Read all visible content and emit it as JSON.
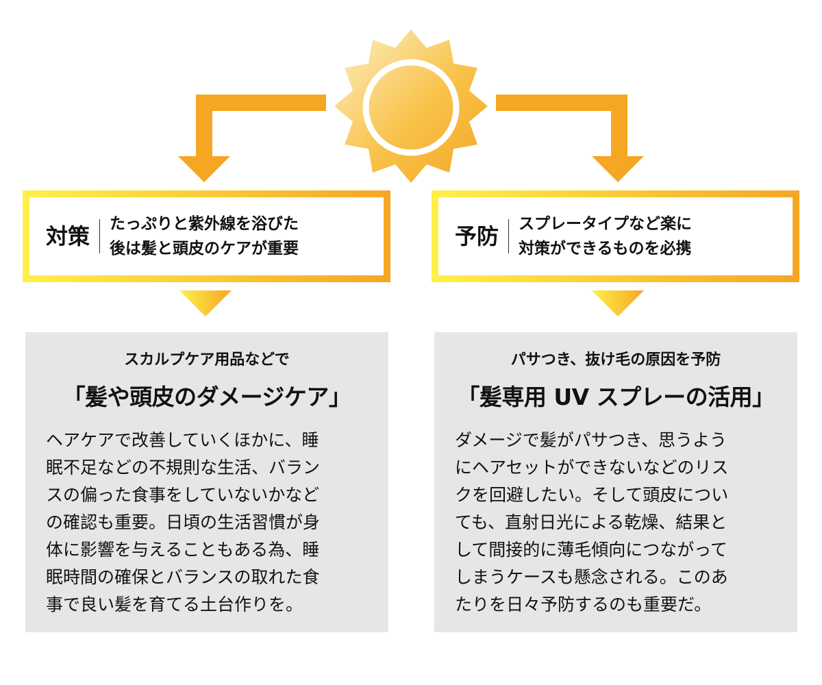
{
  "colors": {
    "orange": "#f5a623",
    "yellow": "#fff04a",
    "card_bg": "#e6e6e6"
  },
  "icons": {
    "sun": "sun-icon",
    "arrows": "arrow-down-icon"
  },
  "left": {
    "label": "対策",
    "desc": [
      "たっぷりと紫外線を浴びた",
      "後は髪と頭皮のケアが重要"
    ],
    "sub": "スカルプケア用品などで",
    "heading": "「髪や頭皮のダメージケア」",
    "body": [
      "ヘアケアで改善していくほかに、睡",
      "眠不足などの不規則な生活、バラン",
      "スの偏った食事をしていないかなど",
      "の確認も重要。日頃の生活習慣が身",
      "体に影響を与えることもある為、睡",
      "眠時間の確保とバランスの取れた食",
      "事で良い髪を育てる土台作りを。"
    ]
  },
  "right": {
    "label": "予防",
    "desc": [
      "スプレータイプなど楽に",
      "対策ができるものを必携"
    ],
    "sub": "パサつき、抜け毛の原因を予防",
    "heading": "「髪専用 UV スプレーの活用」",
    "body": [
      "ダメージで髪がパサつき、思うよう",
      "にヘアセットができないなどのリス",
      "クを回避したい。そして頭皮につい",
      "ても、直射日光による乾燥、結果と",
      "して間接的に薄毛傾向につながって",
      "しまうケースも懸念される。このあ",
      "たりを日々予防するのも重要だ。"
    ]
  }
}
